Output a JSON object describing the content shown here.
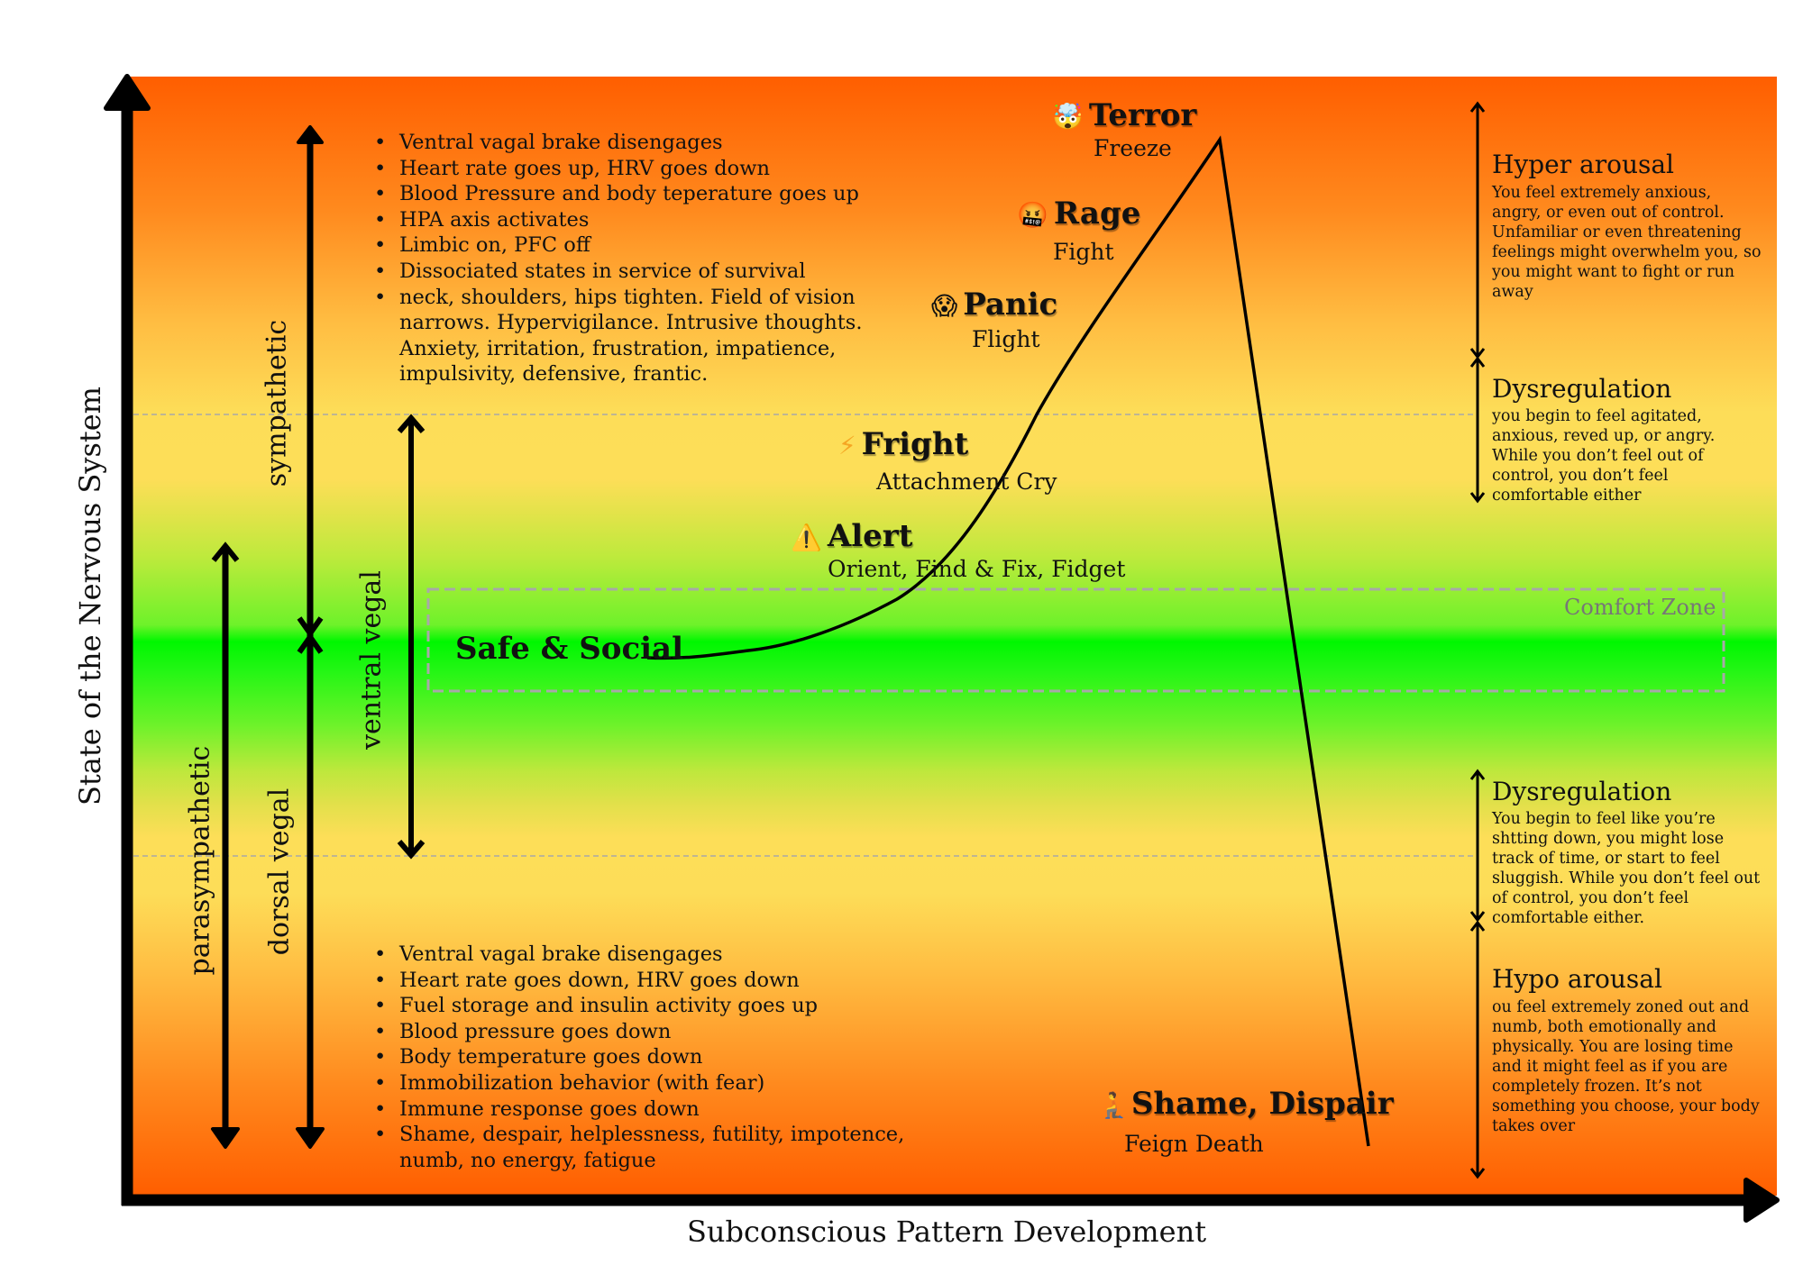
{
  "axes": {
    "y_title": "State of the Nervous System",
    "x_title": "Subconscious Pattern Development"
  },
  "colors": {
    "hot": "#ff5e00",
    "warm": "#fddd58",
    "calm": "#00f700",
    "axis": "#000000",
    "guide_dashes": "#a8a8a8",
    "comfort_label": "#777777"
  },
  "branches": {
    "sympathetic": "sympathetic",
    "parasympathetic": "parasympathetic",
    "ventral": "ventral vegal",
    "dorsal": "dorsal vegal"
  },
  "sympathetic_effects": [
    "Ventral vagal brake disengages",
    "Heart rate goes up, HRV goes down",
    "Blood Pressure and body teperature goes up",
    "HPA axis activates",
    "Limbic on, PFC off",
    "Dissociated states in service of survival",
    "neck, shoulders, hips tighten. Field of vision narrows. Hypervigilance. Intrusive thoughts. Anxiety, irritation, frustration, impatience, impulsivity, defensive, frantic."
  ],
  "dorsal_effects": [
    "Ventral vagal brake disengages",
    "Heart rate goes down, HRV goes down",
    "Fuel storage and insulin activity goes up",
    "Blood pressure goes down",
    "Body temperature goes down",
    "Immobilization behavior (with fear)",
    "Immune response goes down",
    "Shame, despair, helplessness, futility, impotence, numb, no energy, fatigue"
  ],
  "states": [
    {
      "icon": "exploding-head-icon",
      "glyph": "🤯",
      "title": "Terror",
      "subtitle": "Freeze"
    },
    {
      "icon": "cursing-face-icon",
      "glyph": "🤬",
      "title": "Rage",
      "subtitle": "Fight"
    },
    {
      "icon": "screaming-face-icon",
      "glyph": "😱",
      "title": "Panic",
      "subtitle": "Flight"
    },
    {
      "icon": "lightning-icon",
      "glyph": "⚡",
      "title": "Fright",
      "subtitle": "Attachment Cry"
    },
    {
      "icon": "warning-icon",
      "glyph": "⚠️",
      "title": "Alert",
      "subtitle": "Orient, Find & Fix,  Fidget"
    },
    {
      "icon": "",
      "glyph": "",
      "title": "Safe & Social",
      "subtitle": ""
    },
    {
      "icon": "kneeling-person-icon",
      "glyph": "🧎",
      "title": "Shame, Dispair",
      "subtitle": "Feign Death"
    }
  ],
  "comfort_zone": "Comfort Zone",
  "zones": [
    {
      "title": "Hyper arousal",
      "text": "You feel extremely anxious, angry, or even out of control. Unfamiliar or even threatening feelings might overwhelm you, so you might want to fight or run away"
    },
    {
      "title": "Dysregulation",
      "text": "you begin to feel agitated, anxious, reved up, or angry. While you don’t feel out of control, you don’t feel comfortable either"
    },
    {
      "title": "Dysregulation",
      "text": "You begin to feel like you’re shtting down, you might lose track of time, or start to feel sluggish. While you don’t feel out of control, you don’t feel comfortable either."
    },
    {
      "title": "Hypo arousal",
      "text": "ou feel extremely zoned out and numb, both emotionally and physically. You are losing time and it might feel as if you are completely frozen. It’s not something you choose, your body takes over"
    }
  ]
}
